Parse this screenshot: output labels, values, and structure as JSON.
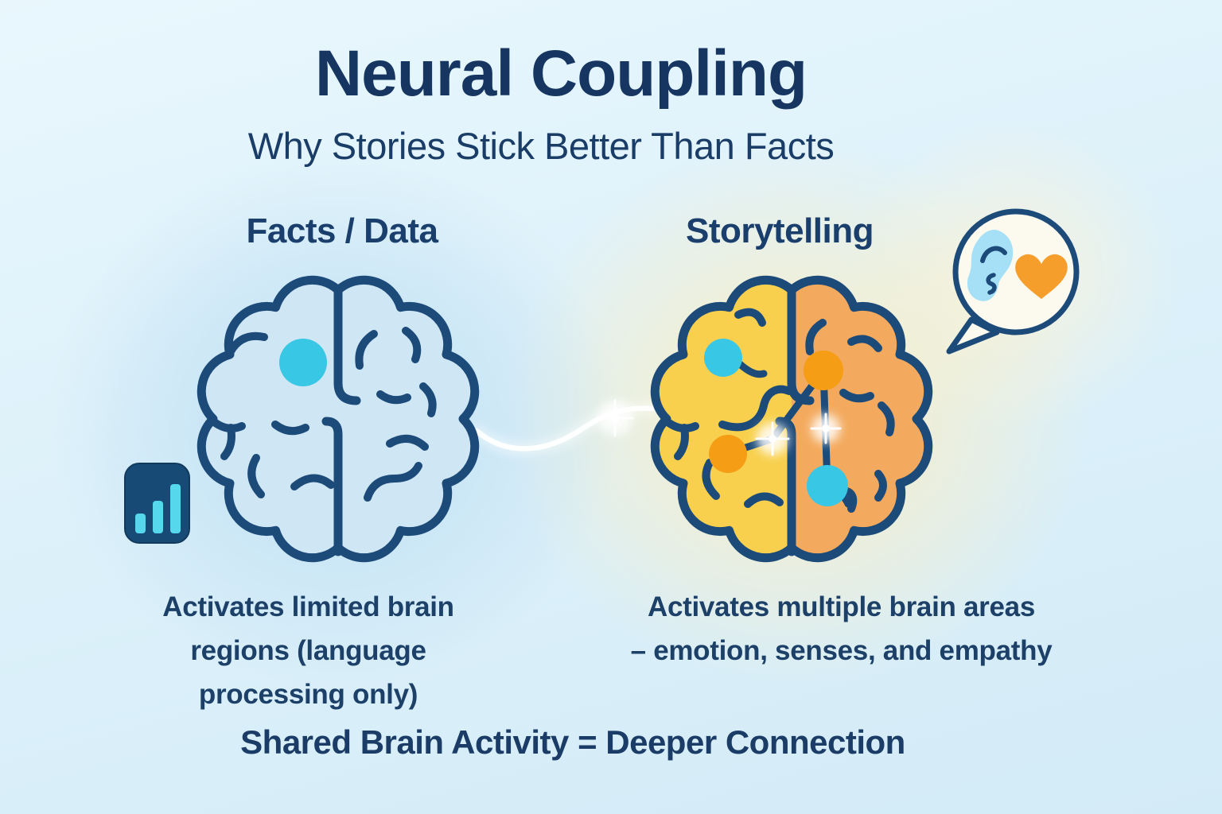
{
  "title": "Neural Coupling",
  "subtitle": "Why Stories Stick Better Than Facts",
  "facts_section": {
    "heading": "Facts / Data",
    "caption_lines": [
      "Activates limited brain",
      "regions (language",
      "processing only)"
    ],
    "icon": "bar-chart-icon"
  },
  "storytelling_section": {
    "heading": "Storytelling",
    "caption_lines": [
      "Activates multiple brain areas",
      "– emotion, senses, and empathy"
    ],
    "bubble_icons": [
      "ear-icon",
      "heart-icon"
    ]
  },
  "footer": "Shared Brain Activity = Deeper Connection",
  "colors": {
    "text_navy": "#183a64",
    "outline_navy": "#1d4b79",
    "background": "#ddf0f9",
    "left_brain_fill": "#cfe6f5",
    "right_brain_yellow": "#f8d04e",
    "right_brain_orange": "#f3aa5e",
    "activation_cyan": "#38c8e5",
    "activation_orange": "#f59d15",
    "heart_orange": "#f59e2b",
    "ear_blue": "#a6e0f7",
    "bubble_fill": "#fcf9ef",
    "chart_icon_bg": "#174a74",
    "chart_icon_bars": "#56d7ec",
    "link_glow": "#ffffff"
  }
}
